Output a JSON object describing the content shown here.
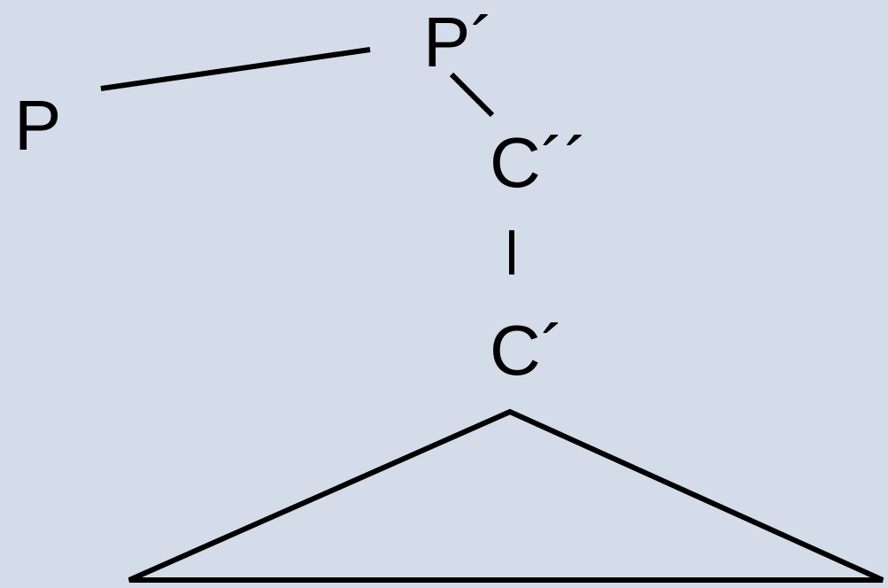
{
  "diagram": {
    "nodes": {
      "p": "P",
      "p_prime": "P´",
      "c_double_prime": "C´´",
      "c_prime": "C´"
    },
    "edges": [
      {
        "from": "p",
        "to": "p_prime"
      },
      {
        "from": "p_prime",
        "to": "c_double_prime"
      },
      {
        "from": "c_double_prime",
        "to": "c_prime"
      },
      {
        "from": "c_prime",
        "to": "triangle"
      }
    ],
    "colors": {
      "background": "#d4dbe9",
      "ink": "#000000"
    }
  }
}
